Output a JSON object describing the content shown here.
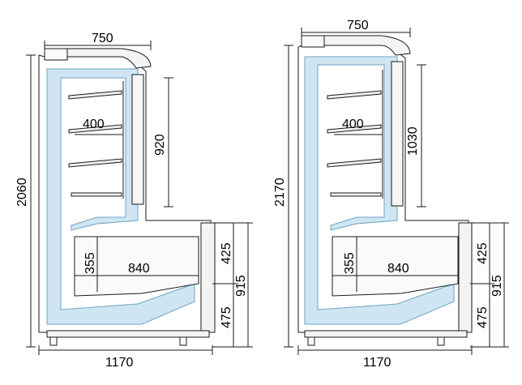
{
  "colors": {
    "line": "#1a1a1a",
    "insulation": "#cfe6f2",
    "insulation_edge": "#6fa3c3",
    "background": "#ffffff"
  },
  "left_unit": {
    "dims": {
      "top_width": "750",
      "height": "2060",
      "shelf_depth": "400",
      "glass_height": "920",
      "well_depth": "355",
      "well_width": "840",
      "upper_front": "425",
      "front_height": "915",
      "lower_front": "475",
      "total_depth": "1170"
    }
  },
  "right_unit": {
    "dims": {
      "top_width": "750",
      "height": "2170",
      "shelf_depth": "400",
      "glass_height": "1030",
      "well_depth": "355",
      "well_width": "840",
      "upper_front": "425",
      "front_height": "915",
      "lower_front": "475",
      "total_depth": "1170"
    }
  }
}
